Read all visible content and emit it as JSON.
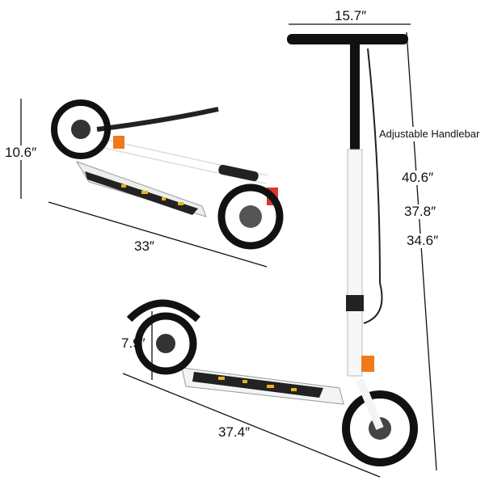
{
  "dimensions": {
    "handlebar_width": "15.7″",
    "handlebar_note": "Adjustable Handlebar",
    "height_max": "40.6″",
    "height_mid": "37.8″",
    "height_min": "34.6″",
    "folded_height": "10.6″",
    "folded_length": "33″",
    "wheel_diameter": "7.9″",
    "unfolded_length": "37.4″"
  },
  "colors": {
    "frame": "#f4f4f4",
    "tire": "#111111",
    "accent_orange": "#f07a1a",
    "deck_pattern": "#e8b21a"
  }
}
